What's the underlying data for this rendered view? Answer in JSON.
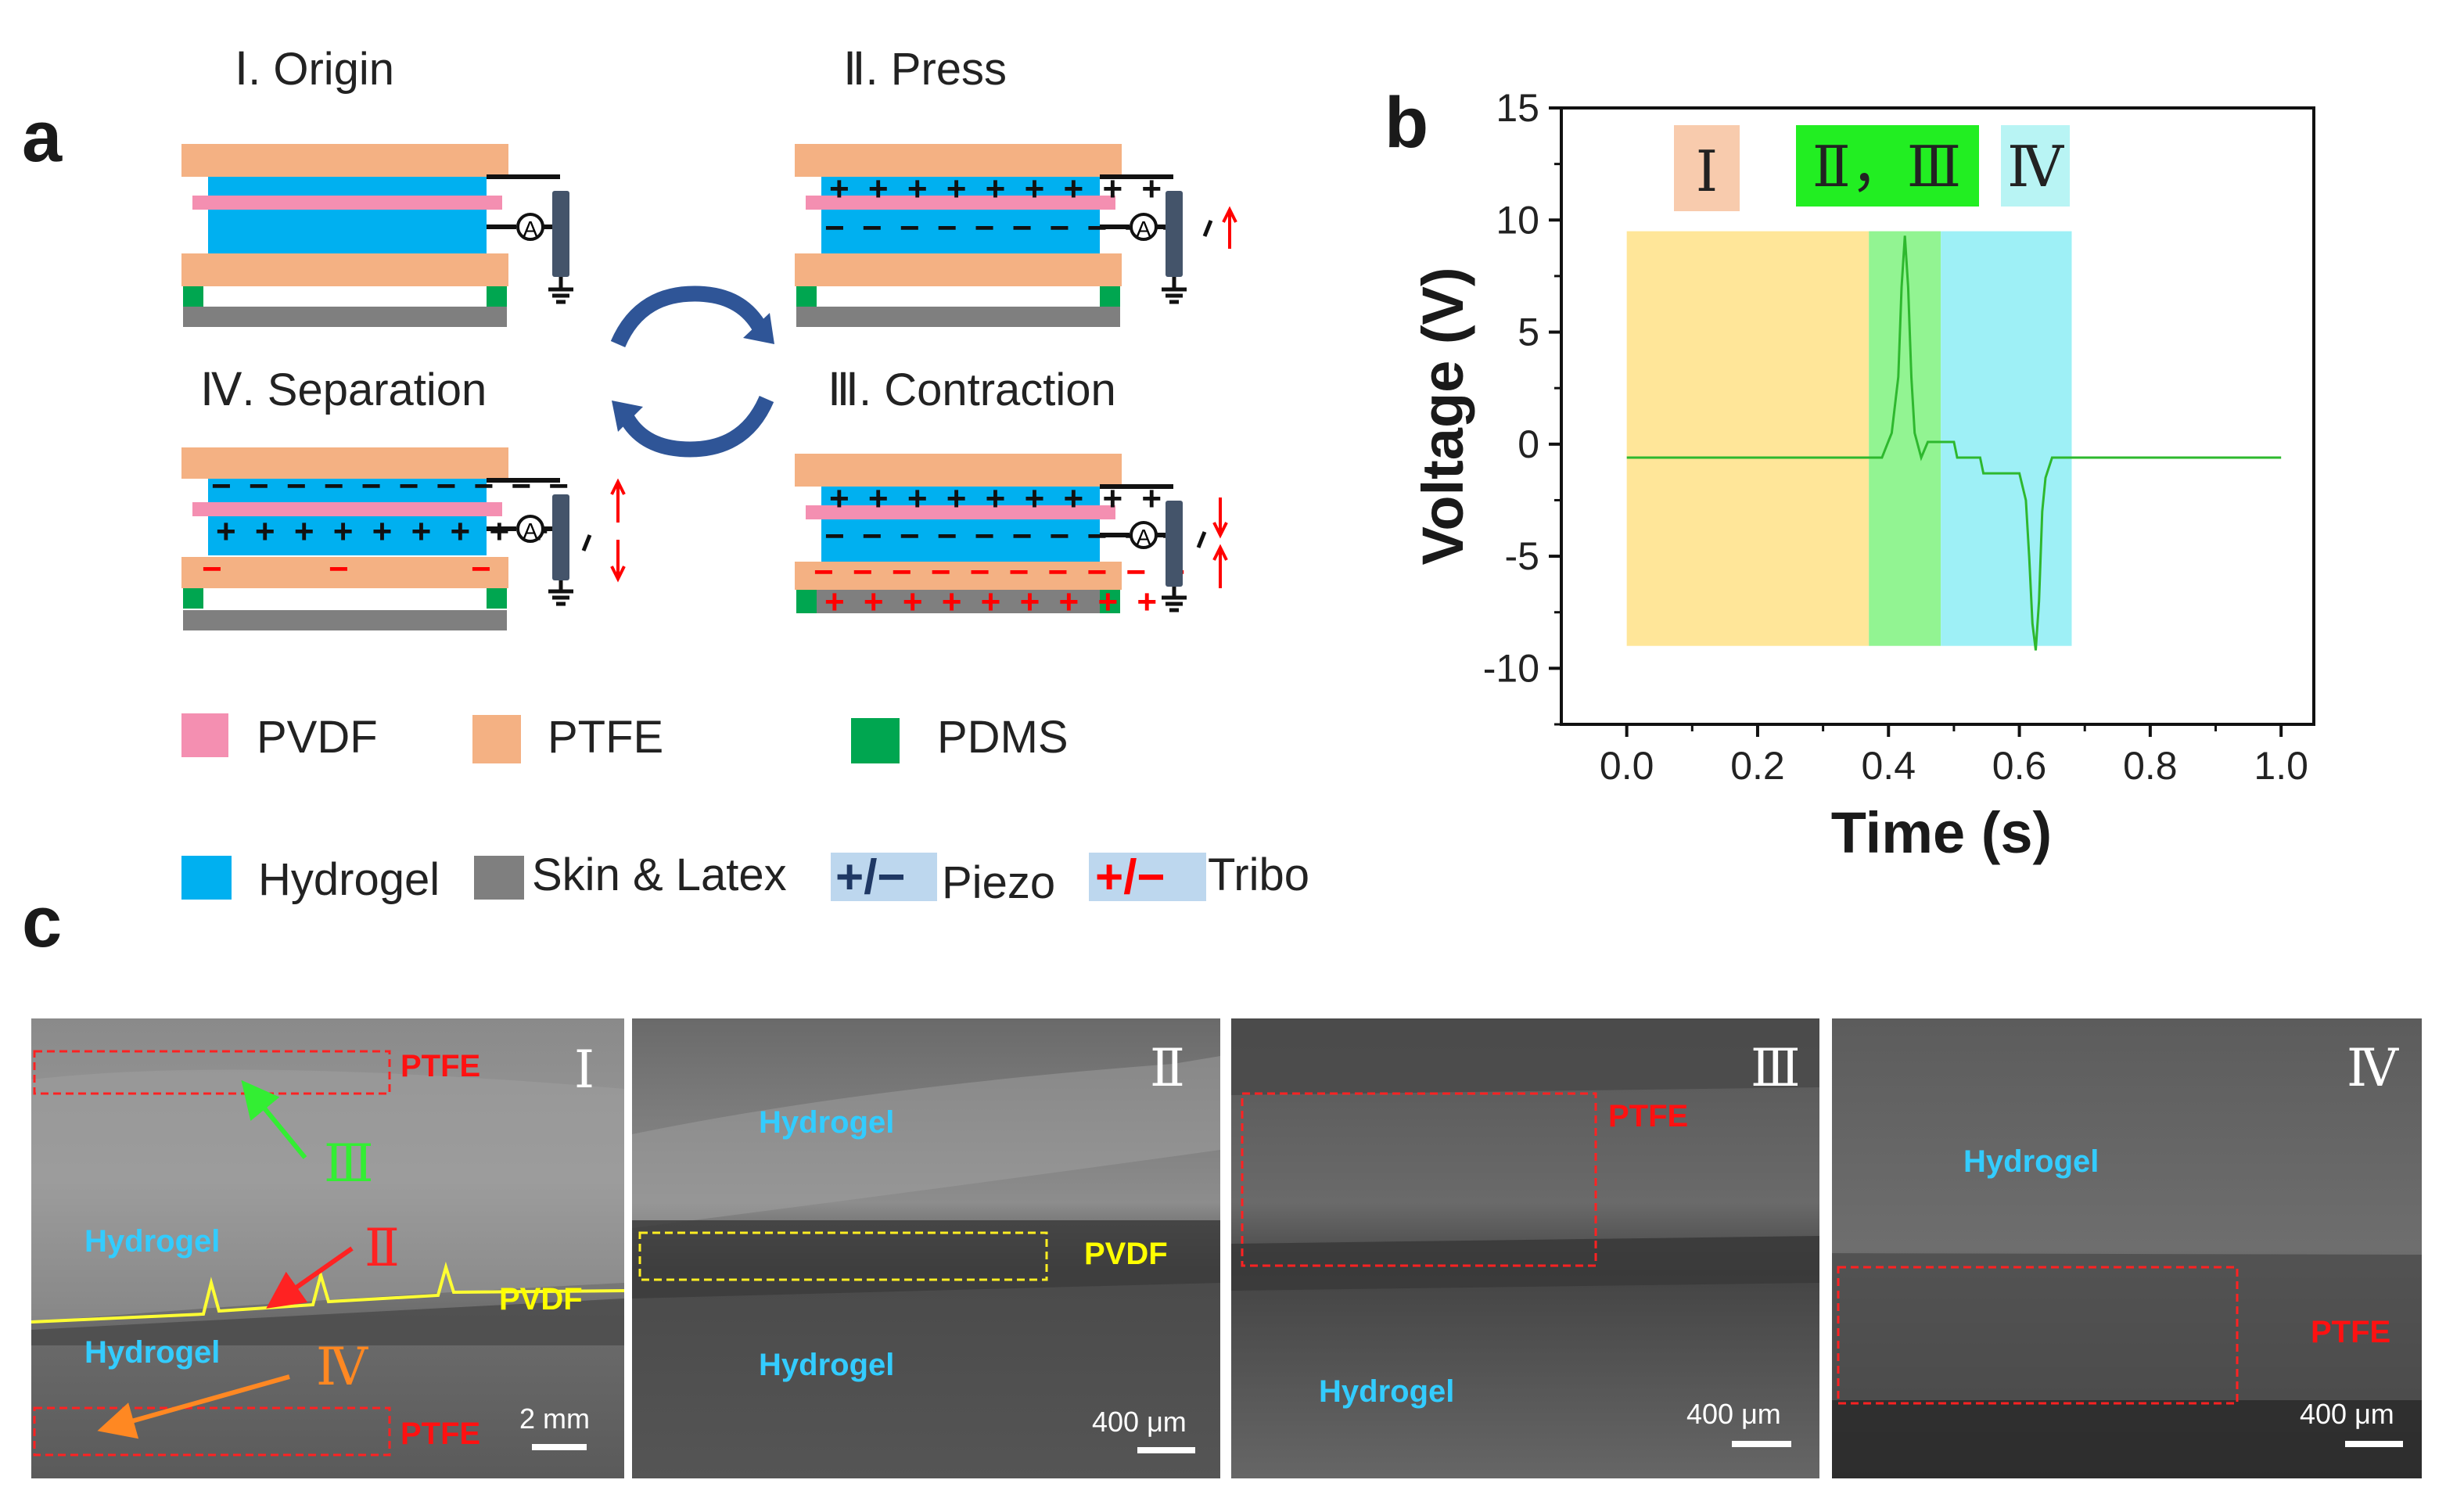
{
  "panel_a": {
    "letter": "a",
    "stages": {
      "origin": "Ⅰ. Origin",
      "press": "Ⅱ. Press",
      "separation": "Ⅳ. Separation",
      "contraction": "Ⅲ. Contraction"
    },
    "ammeter_symbol": "A",
    "legend": {
      "pvdf": "PVDF",
      "ptfe": "PTFE",
      "pdms": "PDMS",
      "hydrogel": "Hydrogel",
      "skin": "Skin & Latex",
      "piezo_symbol": "+/−",
      "piezo": "Piezo",
      "tribo_symbol": "+/−",
      "tribo": "Tribo"
    },
    "colors": {
      "pvdf": "#F48FB1",
      "ptfe": "#F4B183",
      "pdms": "#00A650",
      "hydrogel": "#00B0F0",
      "skin_latex": "#7F7F7F",
      "piezo_box": "#BDD7EE",
      "tribo_sign": "#FF0000"
    }
  },
  "panel_b": {
    "letter": "b",
    "region_labels": [
      "Ⅰ",
      "Ⅱ，Ⅲ",
      "Ⅳ"
    ],
    "region_colors": [
      "#FFE699",
      "#92F492",
      "#9EF0F6"
    ],
    "label_colors": [
      "#F8CBAD",
      "#22EE22",
      "#B8F4F4"
    ],
    "line_color": "#2EB82E"
  },
  "chart_data": {
    "type": "line",
    "xlabel": "Time (s)",
    "ylabel": "Voltage (V)",
    "xlim": [
      -0.1,
      1.05
    ],
    "ylim": [
      -12.5,
      15
    ],
    "xticks": [
      "0.0",
      "0.2",
      "0.4",
      "0.6",
      "0.8",
      "1.0"
    ],
    "xtick_values": [
      0,
      0.2,
      0.4,
      0.6,
      0.8,
      1.0
    ],
    "yticks": [
      "-10",
      "-5",
      "0",
      "5",
      "10",
      "15"
    ],
    "ytick_values": [
      -10,
      -5,
      0,
      5,
      10,
      15
    ],
    "regions": [
      {
        "label": "Ⅰ",
        "x": [
          0.0,
          0.37
        ],
        "y": [
          -9,
          9.5
        ]
      },
      {
        "label": "Ⅱ，Ⅲ",
        "x": [
          0.37,
          0.48
        ],
        "y": [
          -9,
          9.5
        ]
      },
      {
        "label": "Ⅳ",
        "x": [
          0.48,
          0.68
        ],
        "y": [
          -9,
          9.5
        ]
      }
    ],
    "series": [
      {
        "x": [
          0.0,
          0.39,
          0.405,
          0.415,
          0.42,
          0.425,
          0.43,
          0.435,
          0.44,
          0.45,
          0.46,
          0.5,
          0.505,
          0.54,
          0.545,
          0.6,
          0.61,
          0.615,
          0.62,
          0.625,
          0.63,
          0.635,
          0.64,
          0.65,
          0.67,
          1.0
        ],
        "y": [
          -0.6,
          -0.6,
          0.5,
          3,
          7,
          9.3,
          7,
          3,
          0.5,
          -0.6,
          0.1,
          0.1,
          -0.6,
          -0.6,
          -1.3,
          -1.3,
          -2.5,
          -5,
          -8,
          -9.2,
          -7,
          -3,
          -1.5,
          -0.6,
          -0.6,
          -0.6
        ]
      }
    ]
  },
  "panel_c": {
    "letter": "c",
    "images": [
      {
        "roman": "Ⅰ",
        "scale": "2 mm",
        "labels": {
          "ptfe_top": "PTFE",
          "ptfe_bottom": "PTFE",
          "hydrogel_upper": "Hydrogel",
          "hydrogel_lower": "Hydrogel",
          "pvdf": "PVDF"
        },
        "arrows": {
          "iii": "Ⅲ",
          "ii": "Ⅱ",
          "iv": "Ⅳ"
        }
      },
      {
        "roman": "Ⅱ",
        "scale": "400 μm",
        "labels": {
          "hydrogel_top": "Hydrogel",
          "pvdf": "PVDF",
          "hydrogel_bottom": "Hydrogel"
        }
      },
      {
        "roman": "Ⅲ",
        "scale": "400 μm",
        "labels": {
          "ptfe": "PTFE",
          "hydrogel": "Hydrogel"
        }
      },
      {
        "roman": "Ⅳ",
        "scale": "400 μm",
        "labels": {
          "hydrogel": "Hydrogel",
          "ptfe": "PTFE"
        }
      }
    ],
    "label_colors": {
      "hydrogel": "#33CCFF",
      "ptfe": "#FF1111",
      "pvdf": "#FFFF00",
      "ii": "#FF2222",
      "iii": "#33EE33",
      "iv": "#FF8822"
    }
  }
}
